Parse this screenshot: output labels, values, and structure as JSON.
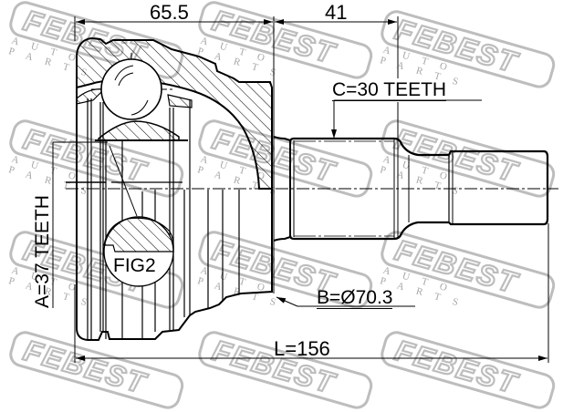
{
  "drawing": {
    "title": "CV joint outer (outboard constant velocity joint) technical drawing",
    "dimensions": {
      "housing_length": "65.5",
      "shaft_length": "41",
      "overall_length": "L=156"
    },
    "callouts": {
      "outer_spline": "C=30 TEETH",
      "inner_spline": "A=37 TEETH",
      "abs_ring_diameter": "B=Ø70.3",
      "detail_figure": "FIG2"
    },
    "watermark": {
      "brand": "FEBEST",
      "subtitle": "AUTO PARTS",
      "color": "#bdbdbd"
    },
    "colors": {
      "line": "#000000",
      "background": "#ffffff"
    }
  }
}
